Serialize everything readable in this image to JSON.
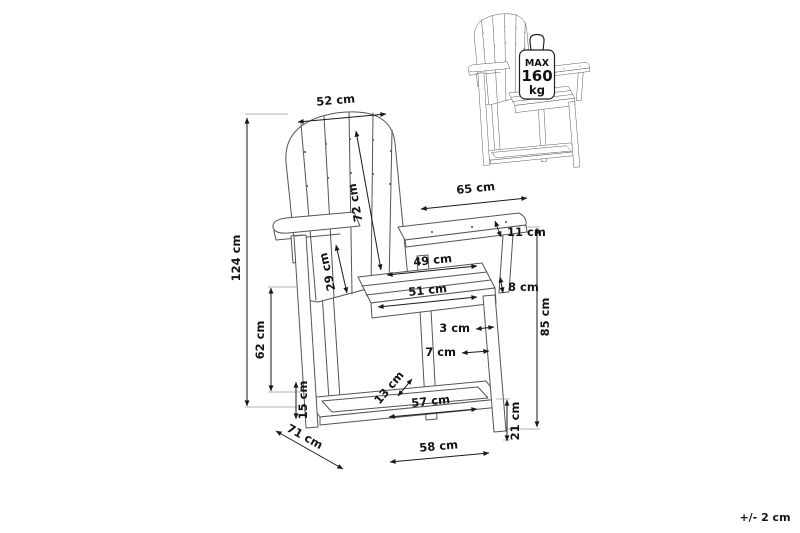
{
  "tolerance_note": "+/- 2 cm",
  "max_badge": {
    "line1": "MAX",
    "line2": "160",
    "line3": "kg"
  },
  "dims": {
    "backrest_width": "52 cm",
    "backrest_height": "72 cm",
    "total_height": "124 cm",
    "arm_length": "65 cm",
    "arm_width": "11 cm",
    "back_below_arm": "29 cm",
    "seat_width": "49 cm",
    "seat_thickness": "8 cm",
    "seat_front_width": "51 cm",
    "footrest_to_seat": "62 cm",
    "gap": "3 cm",
    "plank_thickness": "7 cm",
    "seat_height": "85 cm",
    "footrest_depth": "13 cm",
    "leg_clearance": "15 cm",
    "footrest_width": "57 cm",
    "footrest_height": "21 cm",
    "depth": "71 cm",
    "base_width": "58 cm"
  }
}
